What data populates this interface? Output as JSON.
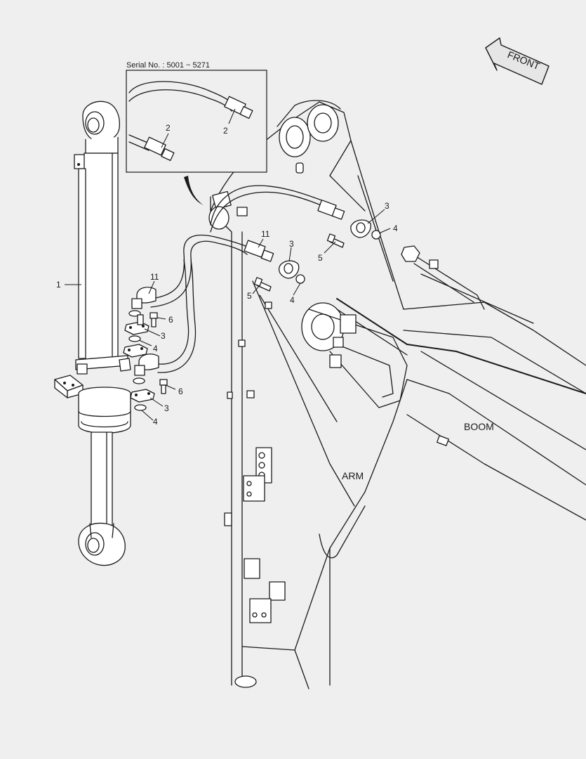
{
  "inset": {
    "serial_label": "Serial No. : 5001 ~ 5271"
  },
  "front_label": "FRONT",
  "parts": {
    "boom": "BOOM",
    "arm": "ARM"
  },
  "callouts": {
    "c1": "1",
    "c2a": "2",
    "c2b": "2",
    "c3a": "3",
    "c3b": "3",
    "c3c": "3",
    "c3d": "3",
    "c4a": "4",
    "c4b": "4",
    "c4c": "4",
    "c4d": "4",
    "c5a": "5",
    "c5b": "5",
    "c6a": "6",
    "c6b": "6",
    "c11a": "11",
    "c11b": "11"
  }
}
